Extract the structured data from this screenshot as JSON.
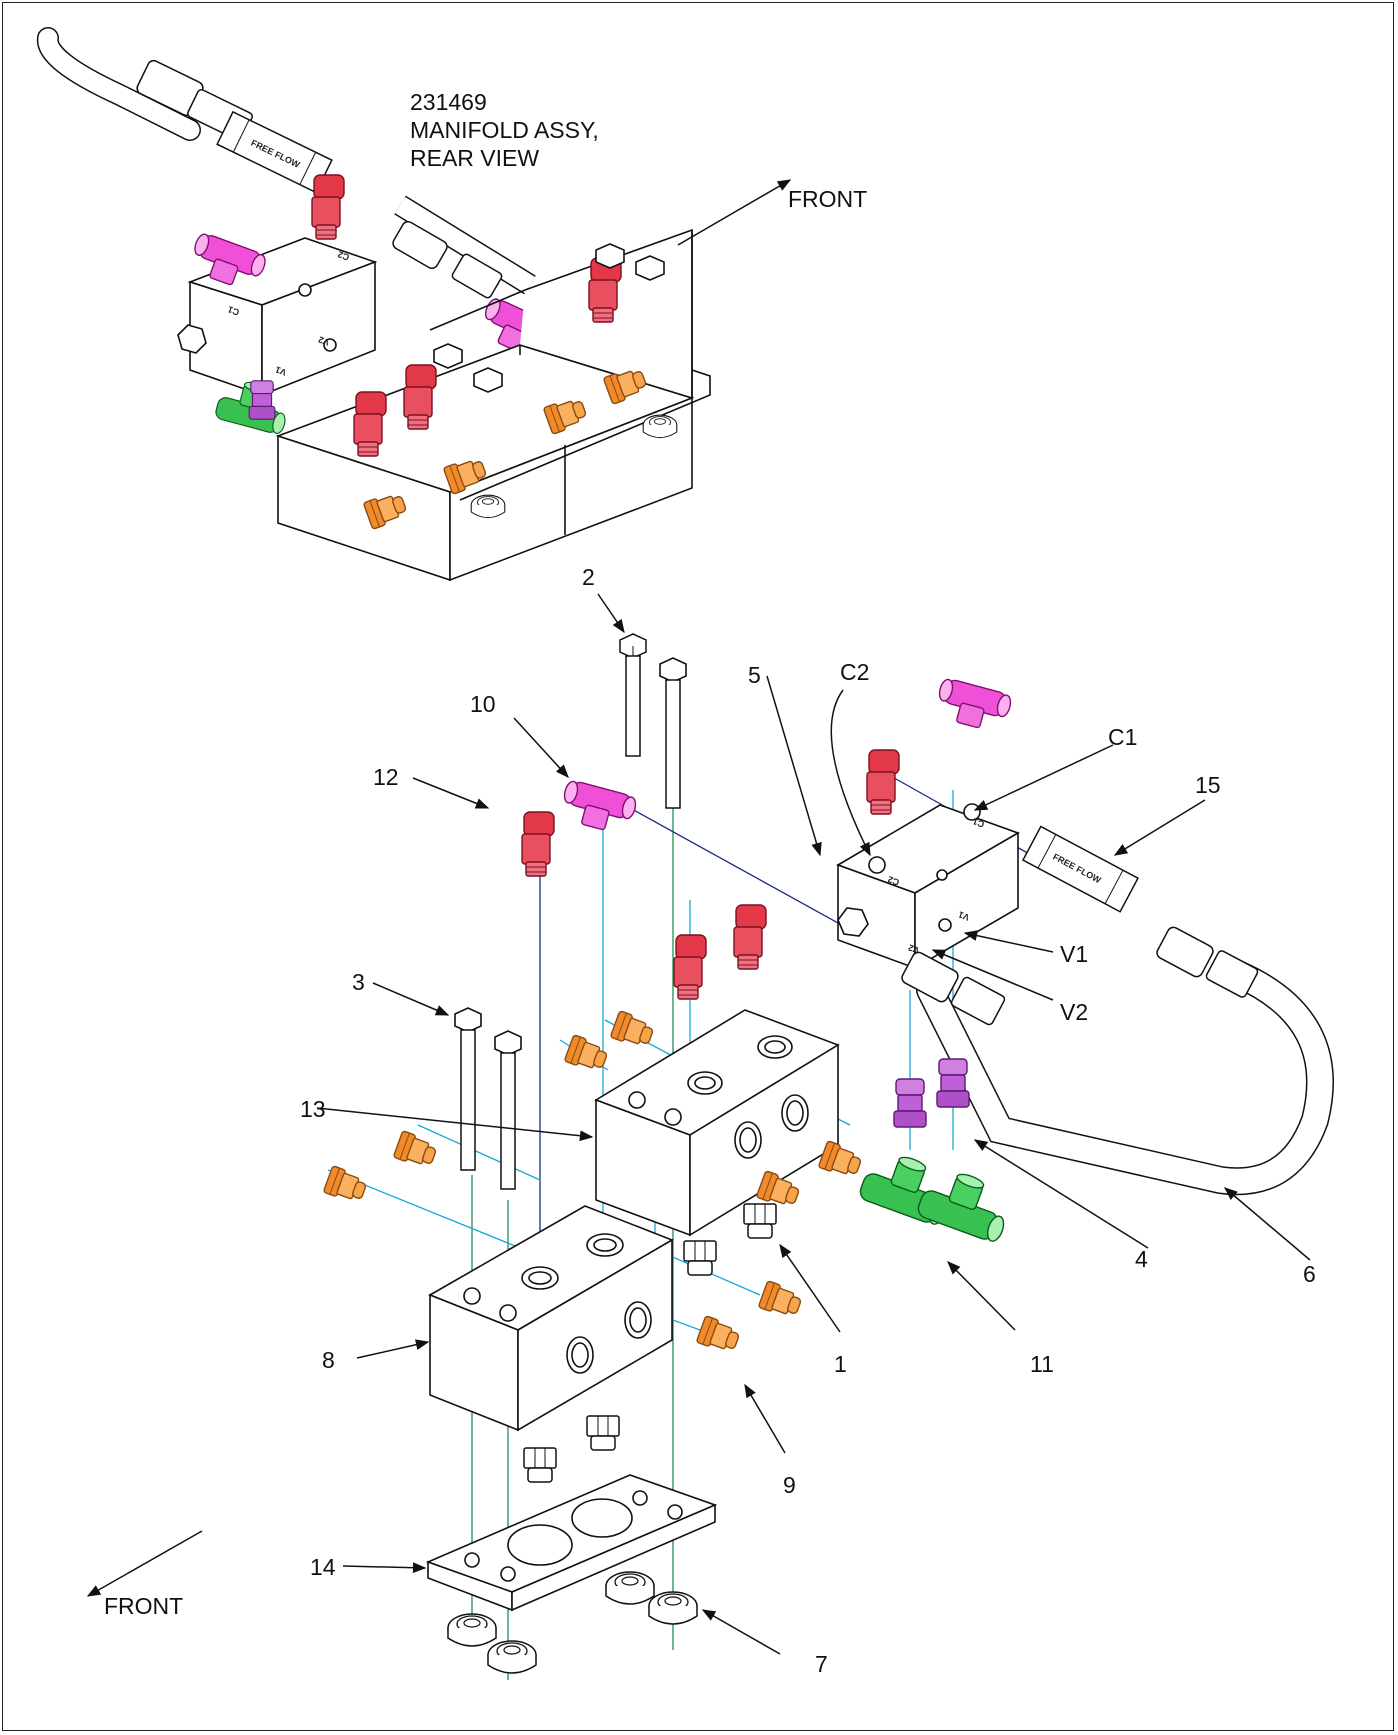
{
  "title": {
    "part_number": "231469",
    "line2": "MANIFOLD ASSY,",
    "line3": "REAR VIEW"
  },
  "direction_labels": {
    "front_top": "FRONT",
    "front_bottom": "FRONT"
  },
  "port_labels": {
    "c1": "C1",
    "c2": "C2",
    "v1": "V1",
    "v2": "V2"
  },
  "block_markings": {
    "c1": "C1",
    "c2": "C2",
    "v1": "V1",
    "v2": "V2",
    "free_flow": "FREE FLOW"
  },
  "callouts": [
    "1",
    "2",
    "3",
    "4",
    "5",
    "6",
    "7",
    "8",
    "9",
    "10",
    "11",
    "12",
    "13",
    "14",
    "15"
  ],
  "colors": {
    "tee": "#e020c8",
    "elbow": "#d81830",
    "adapter": "#f08a2a",
    "reducer": "#b050c8",
    "green_tee": "#22b040",
    "centerline_cyan": "#18a8d8",
    "centerline_navy": "#1a2a8a",
    "centerline_green": "#209050"
  }
}
